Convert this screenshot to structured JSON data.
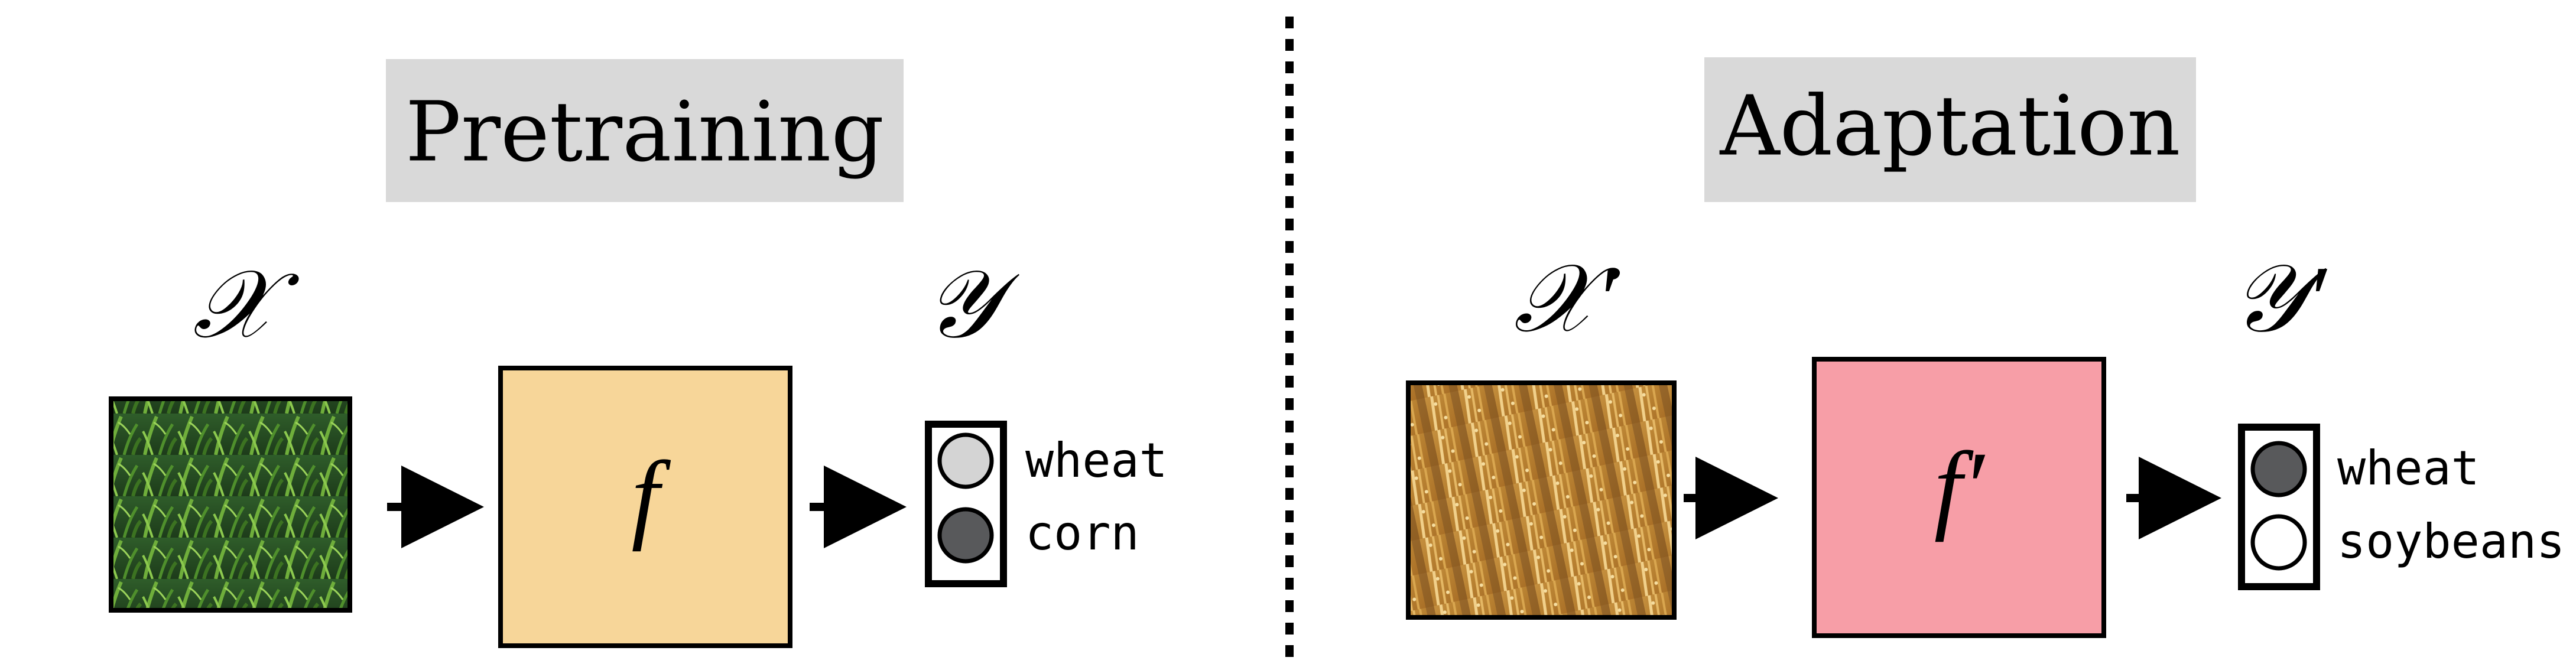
{
  "pretraining": {
    "title": "Pretraining",
    "input_symbol": "𝒳",
    "model_symbol": "f",
    "output_symbol": "𝒴",
    "labels": [
      {
        "text": "wheat",
        "state": "inactive"
      },
      {
        "text": "corn",
        "state": "active"
      }
    ],
    "input_image_desc": "green-crop-field-icon"
  },
  "adaptation": {
    "title": "Adaptation",
    "input_symbol": "𝒳′",
    "model_symbol": "f′",
    "output_symbol": "𝒴′",
    "labels": [
      {
        "text": "wheat",
        "state": "active"
      },
      {
        "text": "soybeans",
        "state": "empty"
      }
    ],
    "input_image_desc": "wheat-field-icon"
  },
  "colors": {
    "title_bg": "#d9d9d9",
    "pretrain_model": "#f7d699",
    "adapt_model": "#f79ea7",
    "node_active": "#58595b",
    "node_inactive": "#d4d4d4",
    "node_empty": "#ffffff",
    "stroke": "#000000"
  }
}
